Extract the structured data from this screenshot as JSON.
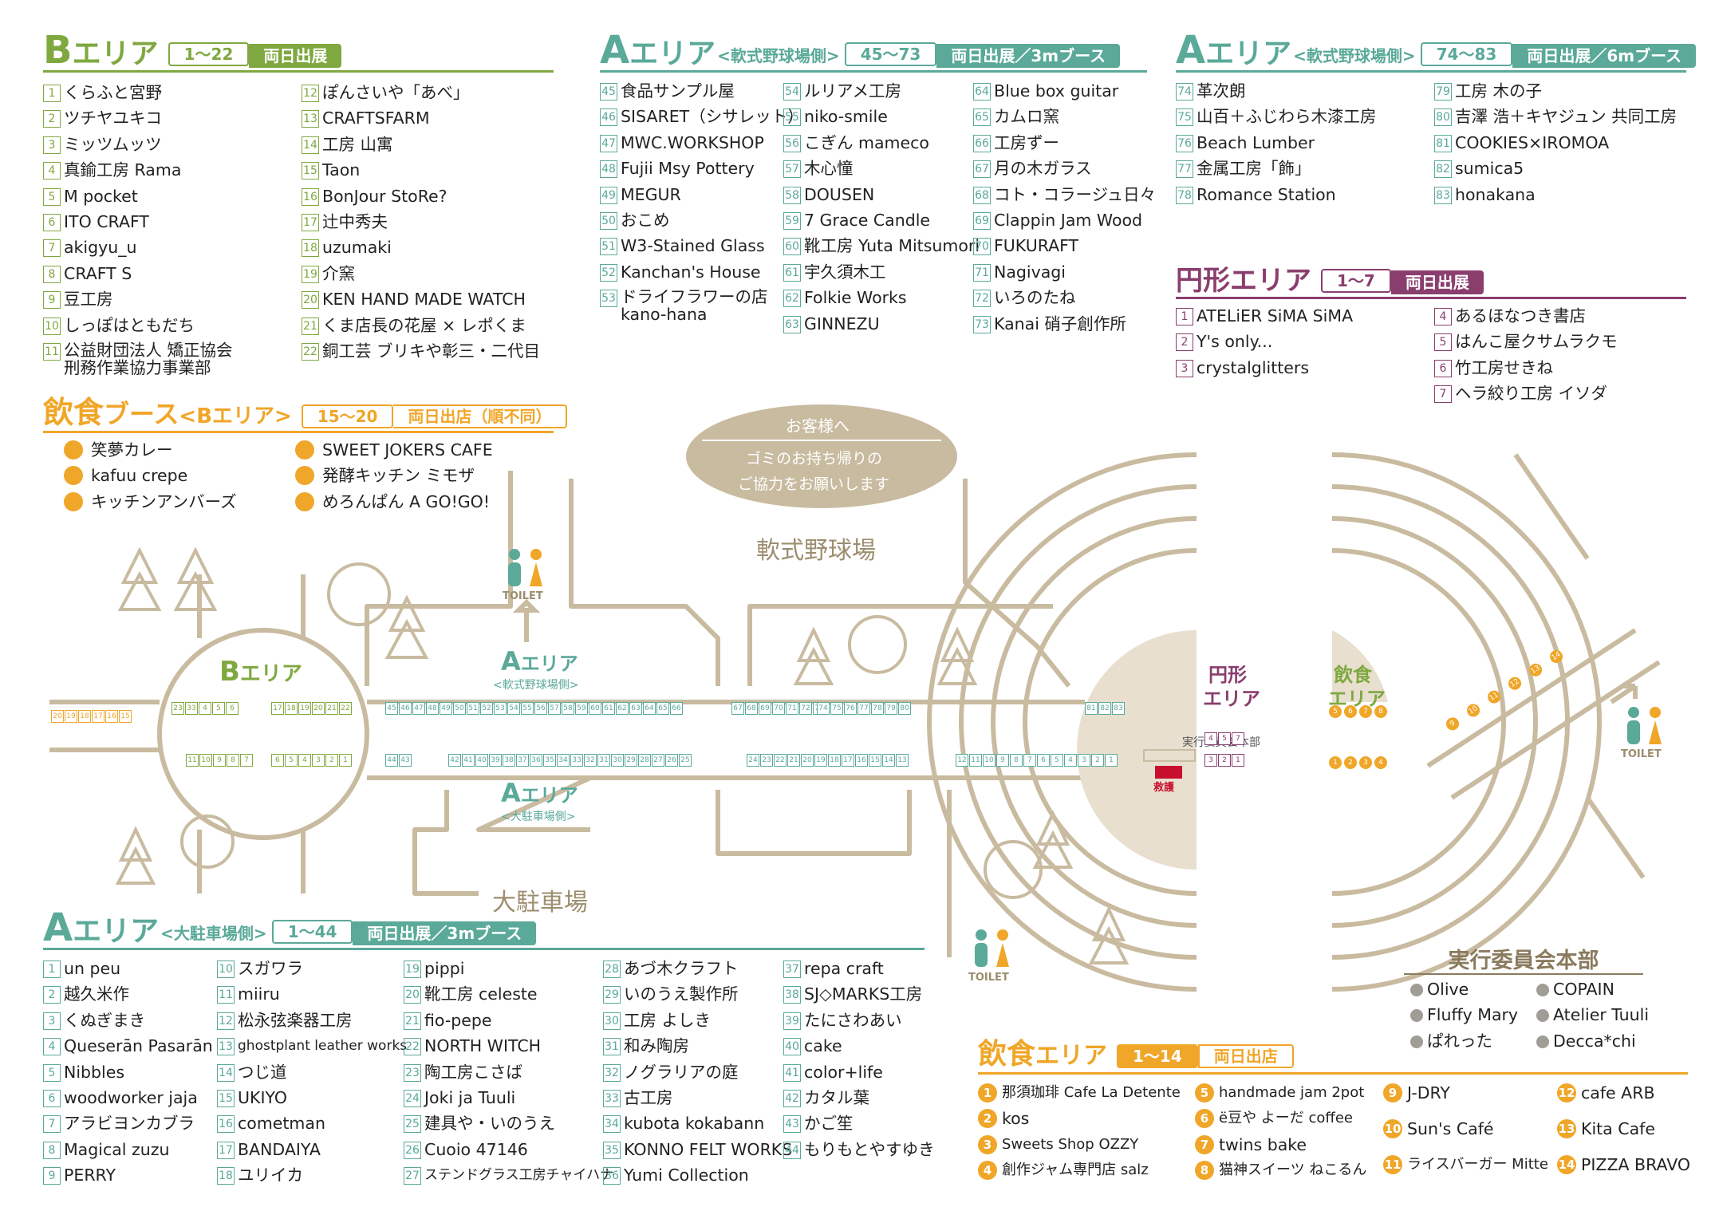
{
  "colors": {
    "green": "#7fa840",
    "teal": "#5aa999",
    "orange": "#f0a628",
    "purple": "#8a3e6e",
    "road": "#c9bba0",
    "brown": "#8a7a5e"
  },
  "b_area": {
    "title_a": "B",
    "title_b": "エリア",
    "range": "1～22",
    "tag": "両日出展",
    "items": [
      {
        "n": "1",
        "t": "くらふと宮野"
      },
      {
        "n": "2",
        "t": "ツチヤユキコ"
      },
      {
        "n": "3",
        "t": "ミッツムッツ"
      },
      {
        "n": "4",
        "t": "真鍮工房 Rama"
      },
      {
        "n": "5",
        "t": "M pocket"
      },
      {
        "n": "6",
        "t": "ITO CRAFT"
      },
      {
        "n": "7",
        "t": "akigyu_u"
      },
      {
        "n": "8",
        "t": "CRAFT S"
      },
      {
        "n": "9",
        "t": "豆工房"
      },
      {
        "n": "10",
        "t": "しっぽはともだち"
      },
      {
        "n": "11",
        "t": "公益財団法人 矯正協会"
      },
      {
        "n": "12",
        "t": "ぽんさいや「あべ」"
      },
      {
        "n": "13",
        "t": "CRAFTSFARM"
      },
      {
        "n": "14",
        "t": "工房 山寓"
      },
      {
        "n": "15",
        "t": "Taon"
      },
      {
        "n": "16",
        "t": "BonJour StoRe?"
      },
      {
        "n": "17",
        "t": "辻中秀夫"
      },
      {
        "n": "18",
        "t": "uzumaki"
      },
      {
        "n": "19",
        "t": "介窯"
      },
      {
        "n": "20",
        "t": "KEN HAND MADE WATCH"
      },
      {
        "n": "21",
        "t": "くま店長の花屋 × レポくま"
      },
      {
        "n": "22",
        "t": "銅工芸 ブリキや彰三・二代目"
      }
    ],
    "item11_line2": "刑務作業協力事業部"
  },
  "food_b": {
    "title_a": "飲食",
    "title_b": "ブース",
    "title_c": "<Bエリア>",
    "range": "15～20",
    "tag": "両日出店（順不同）",
    "items": [
      "笑夢カレー",
      "kafuu crepe",
      "キッチンアンバーズ",
      "SWEET JOKERS CAFE",
      "発酵キッチン ミモザ",
      "めろんぱん A GO!GO!"
    ]
  },
  "a_baseball_1": {
    "title_a": "A",
    "title_b": "エリア",
    "sub": "<軟式野球場側>",
    "range": "45～73",
    "tag": "両日出展／3mブース",
    "items": [
      {
        "n": "45",
        "t": "食品サンプル屋"
      },
      {
        "n": "46",
        "t": "SISARET（シサレット）"
      },
      {
        "n": "47",
        "t": "MWC.WORKSHOP"
      },
      {
        "n": "48",
        "t": "Fujii Msy Pottery"
      },
      {
        "n": "49",
        "t": "MEGUR"
      },
      {
        "n": "50",
        "t": "おこめ"
      },
      {
        "n": "51",
        "t": "W3-Stained Glass"
      },
      {
        "n": "52",
        "t": "Kanchan's House"
      },
      {
        "n": "53",
        "t": "ドライフラワーの店"
      },
      {
        "n": "54",
        "t": "ルリアメ工房"
      },
      {
        "n": "55",
        "t": "niko-smile"
      },
      {
        "n": "56",
        "t": "こぎん mameco"
      },
      {
        "n": "57",
        "t": "木心憧"
      },
      {
        "n": "58",
        "t": "DOUSEN"
      },
      {
        "n": "59",
        "t": "7 Grace Candle"
      },
      {
        "n": "60",
        "t": "靴工房 Yuta Mitsumori"
      },
      {
        "n": "61",
        "t": "宇久須木工"
      },
      {
        "n": "62",
        "t": "Folkie Works"
      },
      {
        "n": "63",
        "t": "GINNEZU"
      },
      {
        "n": "64",
        "t": "Blue box guitar"
      },
      {
        "n": "65",
        "t": "カムロ窯"
      },
      {
        "n": "66",
        "t": "工房ずー"
      },
      {
        "n": "67",
        "t": "月の木ガラス"
      },
      {
        "n": "68",
        "t": "コト・コラージュ日々"
      },
      {
        "n": "69",
        "t": "Clappin Jam Wood"
      },
      {
        "n": "70",
        "t": "FUKURAFT"
      },
      {
        "n": "71",
        "t": "Nagivagi"
      },
      {
        "n": "72",
        "t": "いろのたね"
      },
      {
        "n": "73",
        "t": "Kanai 硝子創作所"
      }
    ],
    "item53_line2": "kano-hana"
  },
  "a_baseball_2": {
    "title_a": "A",
    "title_b": "エリア",
    "sub": "<軟式野球場側>",
    "range": "74～83",
    "tag": "両日出展／6mブース",
    "items": [
      {
        "n": "74",
        "t": "革次朗"
      },
      {
        "n": "75",
        "t": "山百＋ふじわら木漆工房"
      },
      {
        "n": "76",
        "t": "Beach Lumber"
      },
      {
        "n": "77",
        "t": "金属工房「飾」"
      },
      {
        "n": "78",
        "t": "Romance Station"
      },
      {
        "n": "79",
        "t": "工房 木の子"
      },
      {
        "n": "80",
        "t": "吉澤 浩＋キヤジュン 共同工房"
      },
      {
        "n": "81",
        "t": "COOKIES×IROMOA"
      },
      {
        "n": "82",
        "t": "sumica5"
      },
      {
        "n": "83",
        "t": "honakana"
      }
    ]
  },
  "circle_area": {
    "title": "円形エリア",
    "range": "1～7",
    "tag": "両日出展",
    "items": [
      {
        "n": "1",
        "t": "ATELiER SiMA SiMA"
      },
      {
        "n": "2",
        "t": "Y's only..."
      },
      {
        "n": "3",
        "t": "crystalglitters"
      },
      {
        "n": "4",
        "t": "あるほなつき書店"
      },
      {
        "n": "5",
        "t": "はんこ屋クサムラクモ"
      },
      {
        "n": "6",
        "t": "竹工房せきね"
      },
      {
        "n": "7",
        "t": "ヘラ絞り工房 イソダ"
      }
    ]
  },
  "a_parking": {
    "title_a": "A",
    "title_b": "エリア",
    "sub": "<大駐車場側>",
    "range": "1～44",
    "tag": "両日出展／3mブース",
    "items": [
      {
        "n": "1",
        "t": "un peu"
      },
      {
        "n": "2",
        "t": "越久米作"
      },
      {
        "n": "3",
        "t": "くぬぎまき"
      },
      {
        "n": "4",
        "t": "Queserān Pasarān"
      },
      {
        "n": "5",
        "t": "Nibbles"
      },
      {
        "n": "6",
        "t": "woodworker jaja"
      },
      {
        "n": "7",
        "t": "アラビヨンカブラ"
      },
      {
        "n": "8",
        "t": "Magical zuzu"
      },
      {
        "n": "9",
        "t": "PERRY"
      },
      {
        "n": "10",
        "t": "スガワラ"
      },
      {
        "n": "11",
        "t": "miiru"
      },
      {
        "n": "12",
        "t": "松永弦楽器工房"
      },
      {
        "n": "13",
        "t": "ghostplant leather works"
      },
      {
        "n": "14",
        "t": "つじ道"
      },
      {
        "n": "15",
        "t": "UKIYO"
      },
      {
        "n": "16",
        "t": "cometman"
      },
      {
        "n": "17",
        "t": "BANDAIYA"
      },
      {
        "n": "18",
        "t": "ユリイカ"
      },
      {
        "n": "19",
        "t": "pippi"
      },
      {
        "n": "20",
        "t": "靴工房 celeste"
      },
      {
        "n": "21",
        "t": "fio-pepe"
      },
      {
        "n": "22",
        "t": "NORTH WITCH"
      },
      {
        "n": "23",
        "t": "陶工房こさば"
      },
      {
        "n": "24",
        "t": "Joki ja Tuuli"
      },
      {
        "n": "25",
        "t": "建具や・いのうえ"
      },
      {
        "n": "26",
        "t": "Cuoio 47146"
      },
      {
        "n": "27",
        "t": "ステンドグラス工房チャイハナ"
      },
      {
        "n": "28",
        "t": "あづ木クラフト"
      },
      {
        "n": "29",
        "t": "いのうえ製作所"
      },
      {
        "n": "30",
        "t": "工房 よしき"
      },
      {
        "n": "31",
        "t": "和み陶房"
      },
      {
        "n": "32",
        "t": "ノグラリアの庭"
      },
      {
        "n": "33",
        "t": "古工房"
      },
      {
        "n": "34",
        "t": "kubota kokabann"
      },
      {
        "n": "35",
        "t": "KONNO FELT WORKS"
      },
      {
        "n": "36",
        "t": "Yumi Collection"
      },
      {
        "n": "37",
        "t": "repa craft"
      },
      {
        "n": "38",
        "t": "SJ◇MARKS工房"
      },
      {
        "n": "39",
        "t": "たにさわあい"
      },
      {
        "n": "40",
        "t": "cake"
      },
      {
        "n": "41",
        "t": "color+life"
      },
      {
        "n": "42",
        "t": "カタル葉"
      },
      {
        "n": "43",
        "t": "かご笙"
      },
      {
        "n": "44",
        "t": "もりもとやすゆき"
      }
    ]
  },
  "food_area": {
    "title_a": "飲食",
    "title_b": "エリア",
    "range": "1～14",
    "tag": "両日出店",
    "items": [
      {
        "n": "1",
        "t": "那須珈琲 Cafe La Detente"
      },
      {
        "n": "2",
        "t": "kos"
      },
      {
        "n": "3",
        "t": "Sweets Shop OZZY"
      },
      {
        "n": "4",
        "t": "創作ジャム専門店 salz"
      },
      {
        "n": "5",
        "t": "handmade jam 2pot"
      },
      {
        "n": "6",
        "t": "ё豆や よーだ coffee"
      },
      {
        "n": "7",
        "t": "twins bake"
      },
      {
        "n": "8",
        "t": "猫神スイーツ ねこるん"
      },
      {
        "n": "9",
        "t": "J-DRY"
      },
      {
        "n": "10",
        "t": "Sun's Café"
      },
      {
        "n": "11",
        "t": "ライスバーガー Mitte"
      },
      {
        "n": "12",
        "t": "cafe ARB"
      },
      {
        "n": "13",
        "t": "Kita Cafe"
      },
      {
        "n": "14",
        "t": "PIZZA BRAVO"
      }
    ]
  },
  "committee": {
    "title": "実行委員会本部",
    "items": [
      "Olive",
      "COPAIN",
      "Fluffy Mary",
      "Atelier Tuuli",
      "ぱれった",
      "Decca*chi"
    ]
  },
  "map": {
    "notice_title": "お客様へ",
    "notice_line1": "ゴミのお持ち帰りの",
    "notice_line2": "ご協力をお願いします",
    "baseball": "軟式野球場",
    "parking": "大駐車場",
    "b_a": "B",
    "b_b": "エリア",
    "a1_a": "A",
    "a1_b": "エリア",
    "a1_sub": "<軟式野球場側>",
    "a2_a": "A",
    "a2_b": "エリア",
    "a2_sub": "<大駐車場側>",
    "circle_l1": "円形",
    "circle_l2": "エリア",
    "food_l1": "飲食",
    "food_l2": "エリア",
    "hq": "実行委員会本部",
    "rescue": "救護",
    "toilet": "TOILET",
    "b_upper": [
      "20",
      "19",
      "18",
      "17",
      "16",
      "15"
    ],
    "b_upper2": [
      "23",
      "33",
      "4",
      "5",
      "6"
    ],
    "b_upper3": [
      "17",
      "18",
      "19",
      "20",
      "21",
      "22"
    ],
    "b_lower": [
      "11",
      "10",
      "9",
      "8",
      "7"
    ],
    "b_lower2": [
      "6",
      "5",
      "4",
      "3",
      "2",
      "1"
    ],
    "a_top1": [
      "45",
      "46",
      "47",
      "48",
      "49",
      "50",
      "51",
      "52",
      "53",
      "54",
      "55",
      "56",
      "57",
      "58",
      "59",
      "60",
      "61",
      "62",
      "63",
      "64",
      "65",
      "66"
    ],
    "a_top2": [
      "67",
      "68",
      "69",
      "70",
      "71",
      "72",
      "73"
    ],
    "a_top3": [
      "74",
      "75",
      "76",
      "77",
      "78",
      "79",
      "80"
    ],
    "a_top4": [
      "81",
      "82",
      "83"
    ],
    "a_bot1": [
      "44",
      "43"
    ],
    "a_bot2": [
      "42",
      "41",
      "40",
      "39",
      "38",
      "37",
      "36",
      "35",
      "34",
      "33",
      "32",
      "31",
      "30",
      "29",
      "28",
      "27",
      "26",
      "25"
    ],
    "a_bot3": [
      "24",
      "23",
      "22",
      "21",
      "20",
      "19",
      "18",
      "17",
      "16",
      "15",
      "14",
      "13"
    ],
    "a_bot4": [
      "12",
      "11",
      "10",
      "9",
      "8",
      "7",
      "6",
      "5",
      "4",
      "3",
      "2",
      "1"
    ],
    "circle_top": [
      "4",
      "5",
      "7"
    ],
    "circle_bot": [
      "3",
      "2",
      "1"
    ],
    "food_top": [
      "5",
      "6",
      "7",
      "8"
    ],
    "food_bot": [
      "1",
      "2",
      "3",
      "4"
    ],
    "food_diag": [
      "9",
      "10",
      "11",
      "12",
      "13",
      "14"
    ]
  }
}
